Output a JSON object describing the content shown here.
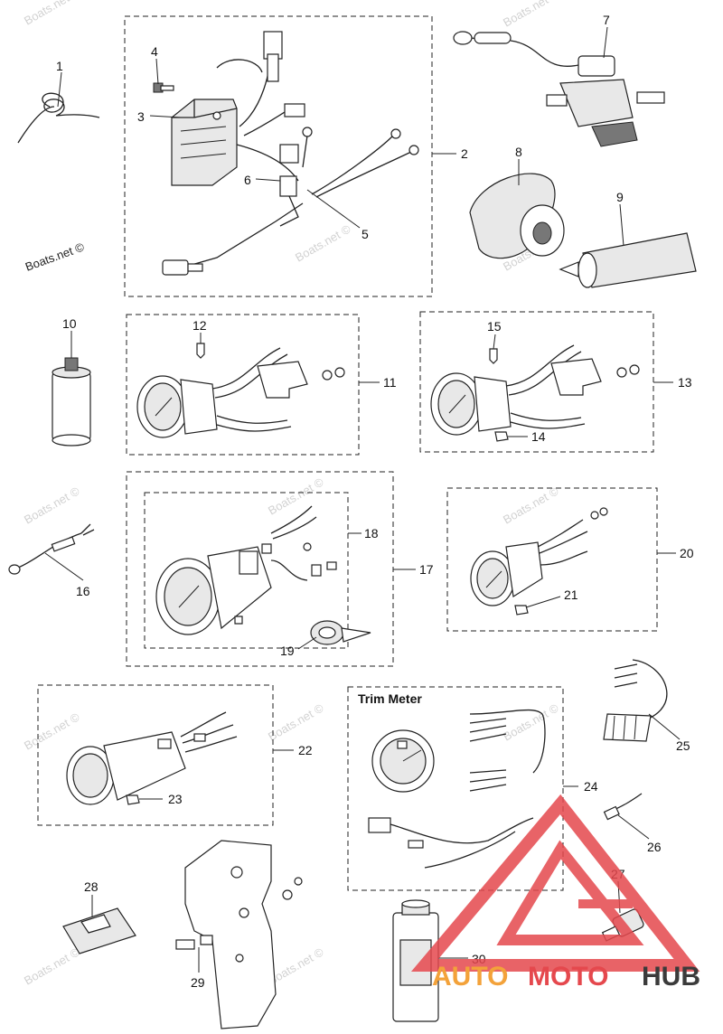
{
  "diagram": {
    "watermark": "Boats.net ©",
    "trim_meter_title": "Trim Meter",
    "logo": {
      "part1": "AUTO",
      "part2": "MOTO",
      "part3": "HUB",
      "color_red": "#e5484d",
      "color_orange": "#f3a23a",
      "color_gray": "#3b3b3b"
    },
    "callouts": [
      "1",
      "2",
      "3",
      "4",
      "5",
      "6",
      "7",
      "8",
      "9",
      "10",
      "11",
      "12",
      "13",
      "14",
      "15",
      "16",
      "17",
      "18",
      "19",
      "20",
      "21",
      "22",
      "23",
      "24",
      "25",
      "26",
      "27",
      "28",
      "29",
      "30"
    ]
  }
}
